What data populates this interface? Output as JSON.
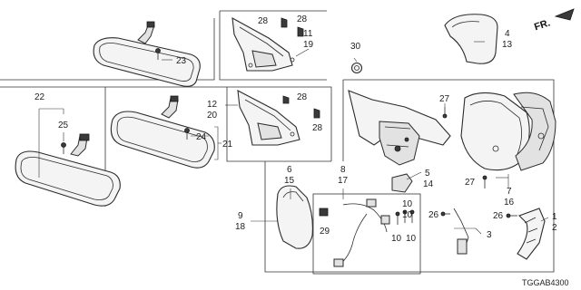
{
  "diagram": {
    "part_code": "TGGAB4300",
    "direction_label": "FR.",
    "callouts": {
      "c1": "1",
      "c2": "2",
      "c3": "3",
      "c4": "4",
      "c13": "13",
      "c5": "5",
      "c14": "14",
      "c6": "6",
      "c15": "15",
      "c7": "7",
      "c16": "16",
      "c8": "8",
      "c17": "17",
      "c9": "9",
      "c18": "18",
      "c10a": "10",
      "c10b": "10",
      "c10c": "10",
      "c10d": "10",
      "c11": "11",
      "c19": "19",
      "c12": "12",
      "c20": "20",
      "c21": "21",
      "c22": "22",
      "c23": "23",
      "c24": "24",
      "c25": "25",
      "c26a": "26",
      "c26b": "26",
      "c27a": "27",
      "c27b": "27",
      "c28a": "28",
      "c28b": "28",
      "c28c": "28",
      "c28d": "28",
      "c29": "29",
      "c30": "30"
    }
  }
}
